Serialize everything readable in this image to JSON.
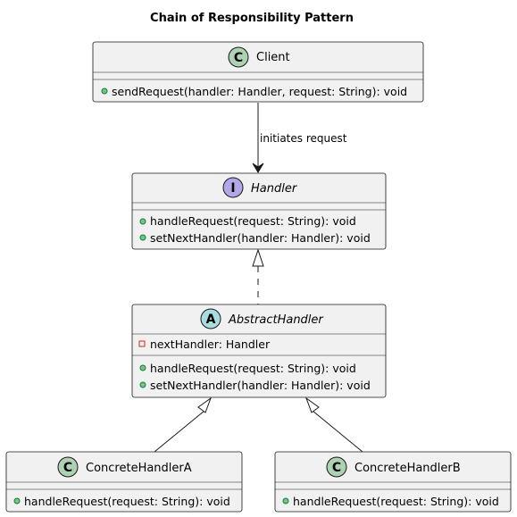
{
  "title": "Chain of Responsibility Pattern",
  "colors": {
    "box_fill": "#f1f1f1",
    "box_stroke": "#181818",
    "class_circle": "#add1b2",
    "interface_circle": "#b4a7e5",
    "abstract_circle": "#a9dcdf",
    "public_method": "#84be84",
    "private_field": "#c82930"
  },
  "client": {
    "stereotype_letter": "C",
    "name": "Client",
    "method_1": "sendRequest(handler: Handler, request: String): void"
  },
  "handler": {
    "stereotype_letter": "I",
    "name": "Handler",
    "method_1": "handleRequest(request: String): void",
    "method_2": "setNextHandler(handler: Handler): void"
  },
  "abstract_handler": {
    "stereotype_letter": "A",
    "name": "AbstractHandler",
    "field_1": "nextHandler: Handler",
    "method_1": "handleRequest(request: String): void",
    "method_2": "setNextHandler(handler: Handler): void"
  },
  "concrete_a": {
    "stereotype_letter": "C",
    "name": "ConcreteHandlerA",
    "method_1": "handleRequest(request: String): void"
  },
  "concrete_b": {
    "stereotype_letter": "C",
    "name": "ConcreteHandlerB",
    "method_1": "handleRequest(request: String): void"
  },
  "relations": {
    "client_to_handler_label": "initiates request"
  }
}
